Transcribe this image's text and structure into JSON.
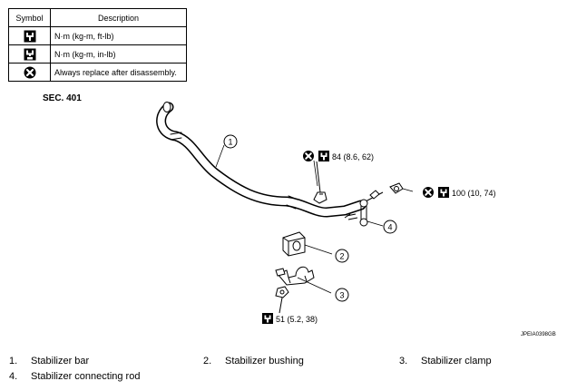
{
  "legend": {
    "header_symbol": "Symbol",
    "header_description": "Description",
    "rows": [
      {
        "icon": "torque-wrench-icon",
        "description": "N·m (kg-m, ft-lb)"
      },
      {
        "icon": "torque-wrench-inlb-icon",
        "description": "N·m (kg-m, in-lb)"
      },
      {
        "icon": "always-replace-icon",
        "description": "Always replace after disassembly."
      }
    ]
  },
  "section_label": "SEC. 401",
  "callouts": {
    "c1": "1",
    "c2": "2",
    "c3": "3",
    "c4": "4"
  },
  "torques": {
    "t_upper": "84 (8.6, 62)",
    "t_right": "100 (10, 74)",
    "t_lower": "51 (5.2, 38)"
  },
  "reference_code": "JPEIA0398GB",
  "parts": [
    {
      "num": "1.",
      "name": "Stabilizer bar"
    },
    {
      "num": "2.",
      "name": "Stabilizer bushing"
    },
    {
      "num": "3.",
      "name": "Stabilizer clamp"
    },
    {
      "num": "4.",
      "name": "Stabilizer connecting rod"
    }
  ]
}
